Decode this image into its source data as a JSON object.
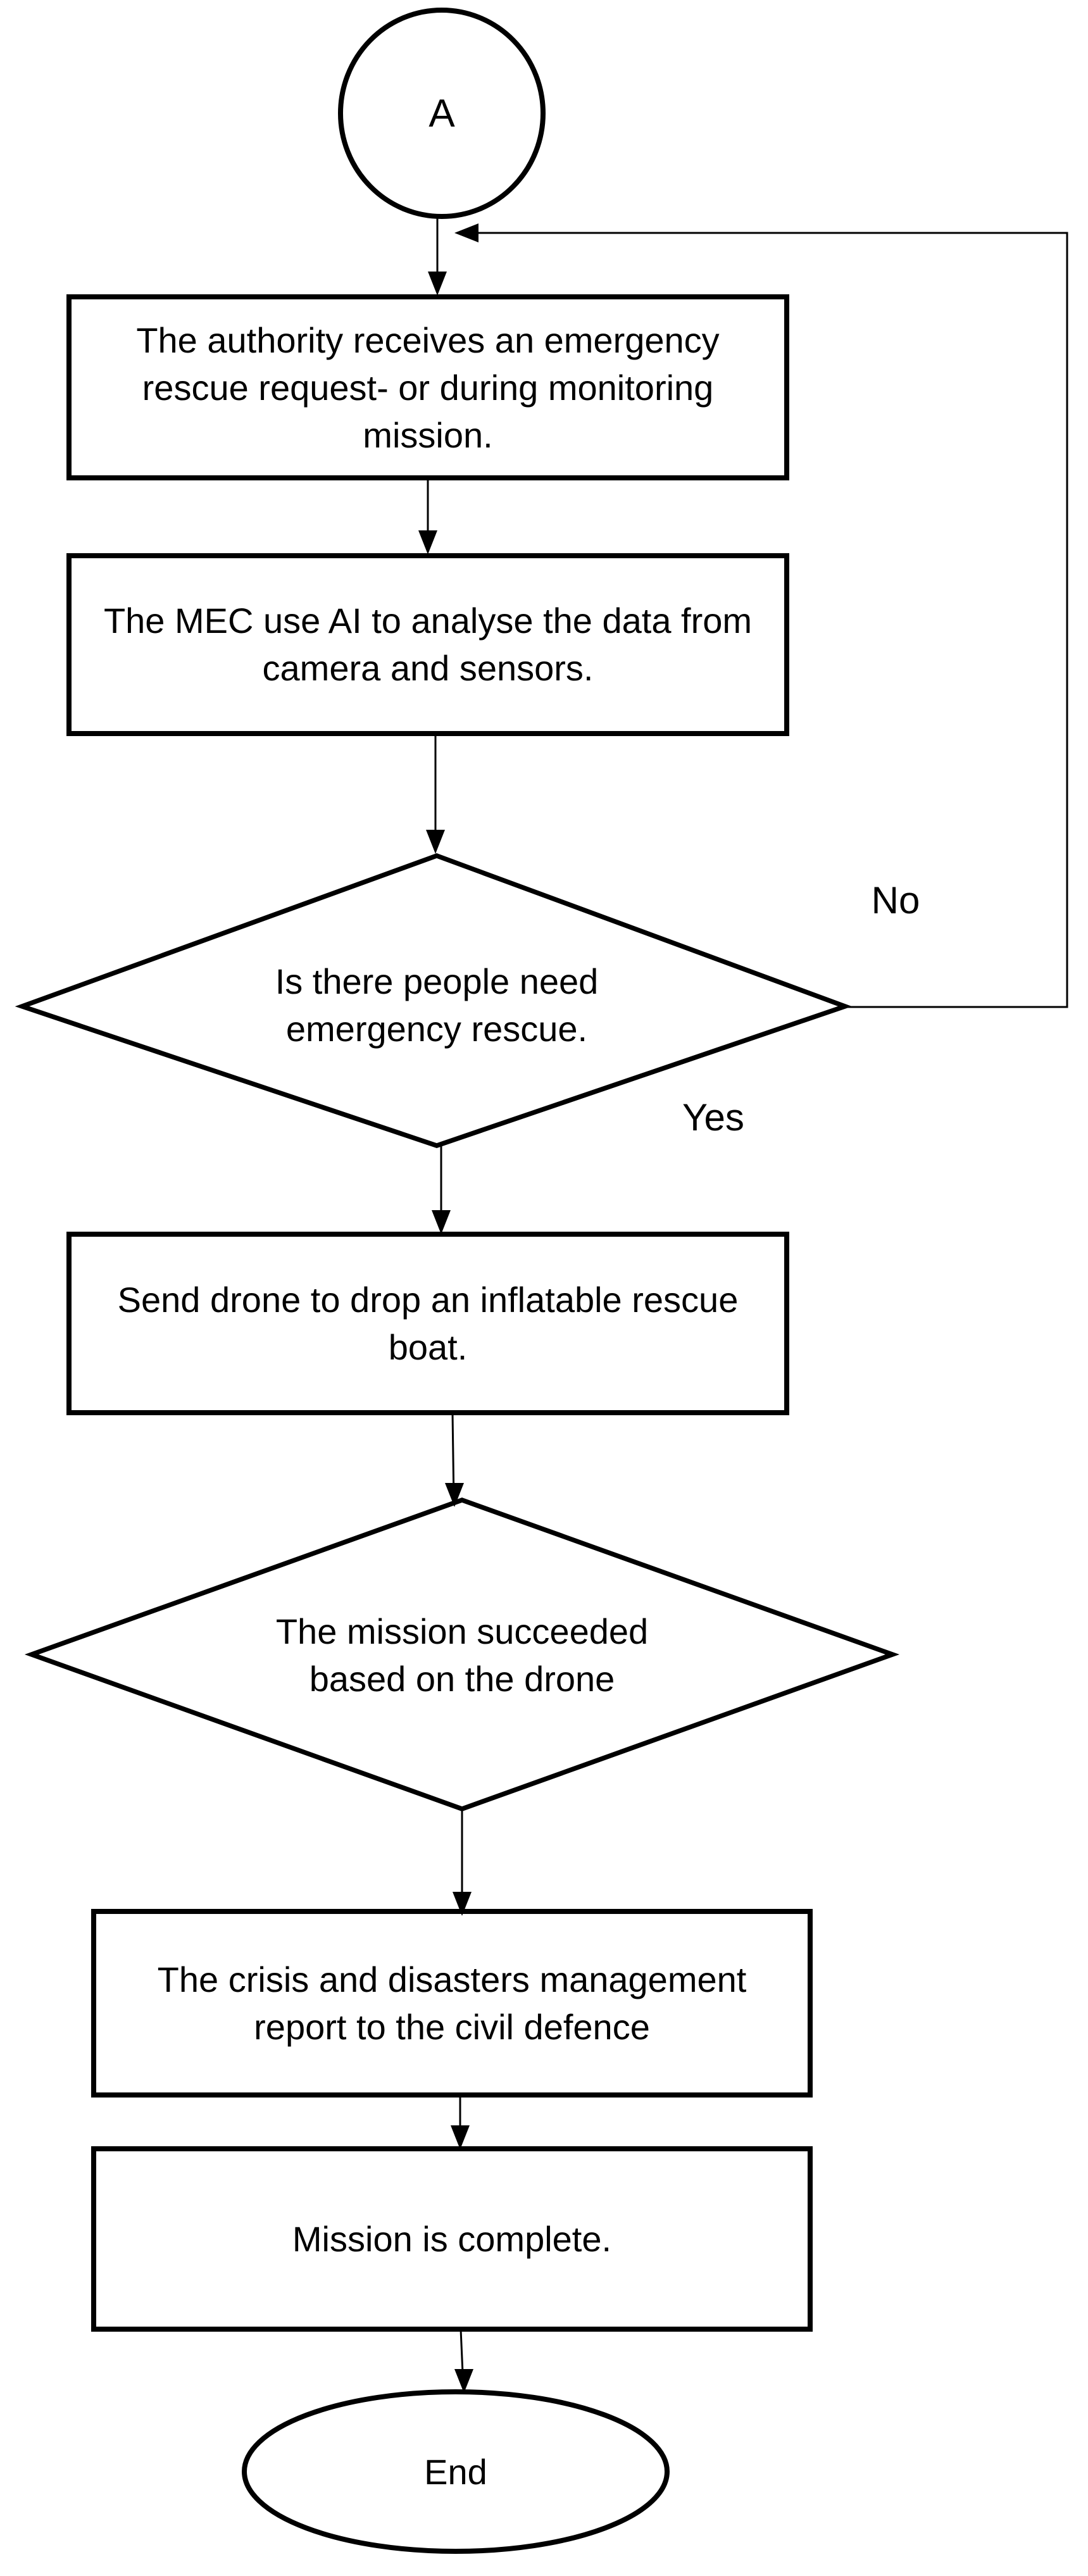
{
  "page": {
    "background_color": "#ffffff",
    "stroke_color": "#000000",
    "text_color": "#000000"
  },
  "flowchart": {
    "nodes": {
      "start_connector": {
        "type": "connector-circle",
        "label": "A"
      },
      "step1": {
        "type": "process",
        "label": "The authority receives an emergency rescue request- or during monitoring mission.",
        "lines": [
          "The authority receives an emergency",
          "rescue request- or during monitoring",
          "mission."
        ]
      },
      "step2": {
        "type": "process",
        "label": "The MEC use AI to analyse the data from camera and sensors.",
        "lines": [
          "The MEC use AI to analyse the data from",
          "camera and sensors."
        ]
      },
      "decision1": {
        "type": "decision",
        "label": "Is there people need emergency rescue.",
        "lines": [
          "Is there people need",
          "emergency rescue."
        ]
      },
      "step3": {
        "type": "process",
        "label": "Send drone to drop an inflatable rescue boat.",
        "lines": [
          "Send drone to drop an inflatable rescue",
          "boat."
        ]
      },
      "decision2": {
        "type": "decision",
        "label": "The mission succeeded based on the drone",
        "lines": [
          "The mission succeeded",
          "based on the drone"
        ]
      },
      "step4": {
        "type": "process",
        "label": "The crisis and disasters management report to the civil defence",
        "lines": [
          "The crisis and disasters management",
          "report to the civil defence"
        ]
      },
      "step5": {
        "type": "process",
        "label": "Mission is complete.",
        "lines": [
          "Mission is complete."
        ]
      },
      "end_terminator": {
        "type": "terminator",
        "label": "End"
      }
    },
    "edge_labels": {
      "no": "No",
      "yes": "Yes"
    }
  }
}
